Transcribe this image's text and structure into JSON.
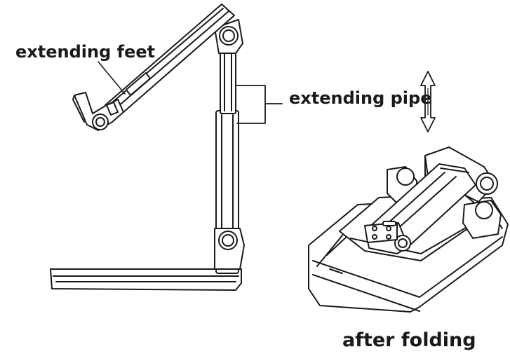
{
  "labels": {
    "extending_feet": "extending feet",
    "extending_pipe": "extending pipe",
    "after_folding": "after folding"
  },
  "icons": {
    "stand_unfolded": "phone-stand-unfolded-illustration",
    "stand_folded": "phone-stand-folded-illustration",
    "height_arrow": "double-vertical-arrow-icon"
  },
  "colors": {
    "line": "#1a1a1a",
    "fill": "#ffffff"
  }
}
